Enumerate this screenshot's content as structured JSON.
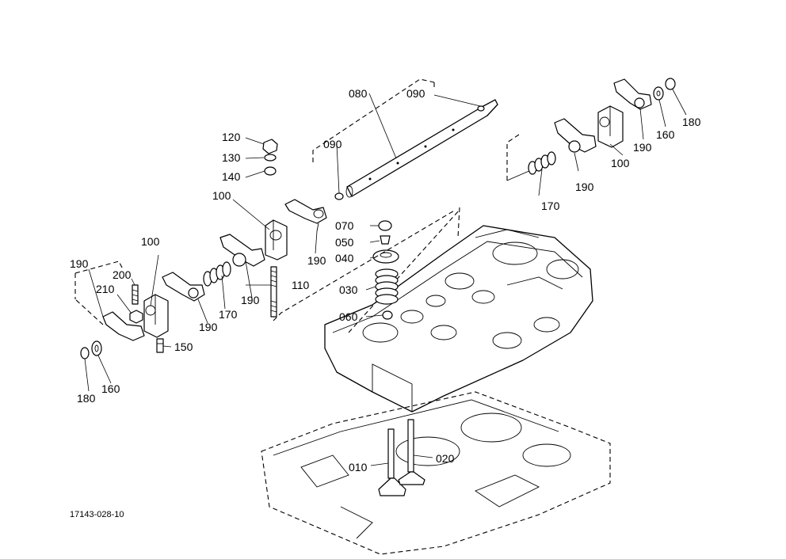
{
  "diagram_ref": "17143-028-10",
  "callouts": [
    {
      "id": "c080",
      "text": "080"
    },
    {
      "id": "c090a",
      "text": "090"
    },
    {
      "id": "c090b",
      "text": "090"
    },
    {
      "id": "c120",
      "text": "120"
    },
    {
      "id": "c130",
      "text": "130"
    },
    {
      "id": "c140",
      "text": "140"
    },
    {
      "id": "c100a",
      "text": "100"
    },
    {
      "id": "c100b",
      "text": "100"
    },
    {
      "id": "c100c",
      "text": "100"
    },
    {
      "id": "c190a",
      "text": "190"
    },
    {
      "id": "c190b",
      "text": "190"
    },
    {
      "id": "c190c",
      "text": "190"
    },
    {
      "id": "c190d",
      "text": "190"
    },
    {
      "id": "c190e",
      "text": "190"
    },
    {
      "id": "c190f",
      "text": "190"
    },
    {
      "id": "c170a",
      "text": "170"
    },
    {
      "id": "c170b",
      "text": "170"
    },
    {
      "id": "c110",
      "text": "110"
    },
    {
      "id": "c070",
      "text": "070"
    },
    {
      "id": "c050",
      "text": "050"
    },
    {
      "id": "c040",
      "text": "040"
    },
    {
      "id": "c030",
      "text": "030"
    },
    {
      "id": "c060",
      "text": "060"
    },
    {
      "id": "c200",
      "text": "200"
    },
    {
      "id": "c210",
      "text": "210"
    },
    {
      "id": "c150",
      "text": "150"
    },
    {
      "id": "c180a",
      "text": "180"
    },
    {
      "id": "c180b",
      "text": "180"
    },
    {
      "id": "c160a",
      "text": "160"
    },
    {
      "id": "c160b",
      "text": "160"
    },
    {
      "id": "c010",
      "text": "010"
    },
    {
      "id": "c020",
      "text": "020"
    }
  ]
}
